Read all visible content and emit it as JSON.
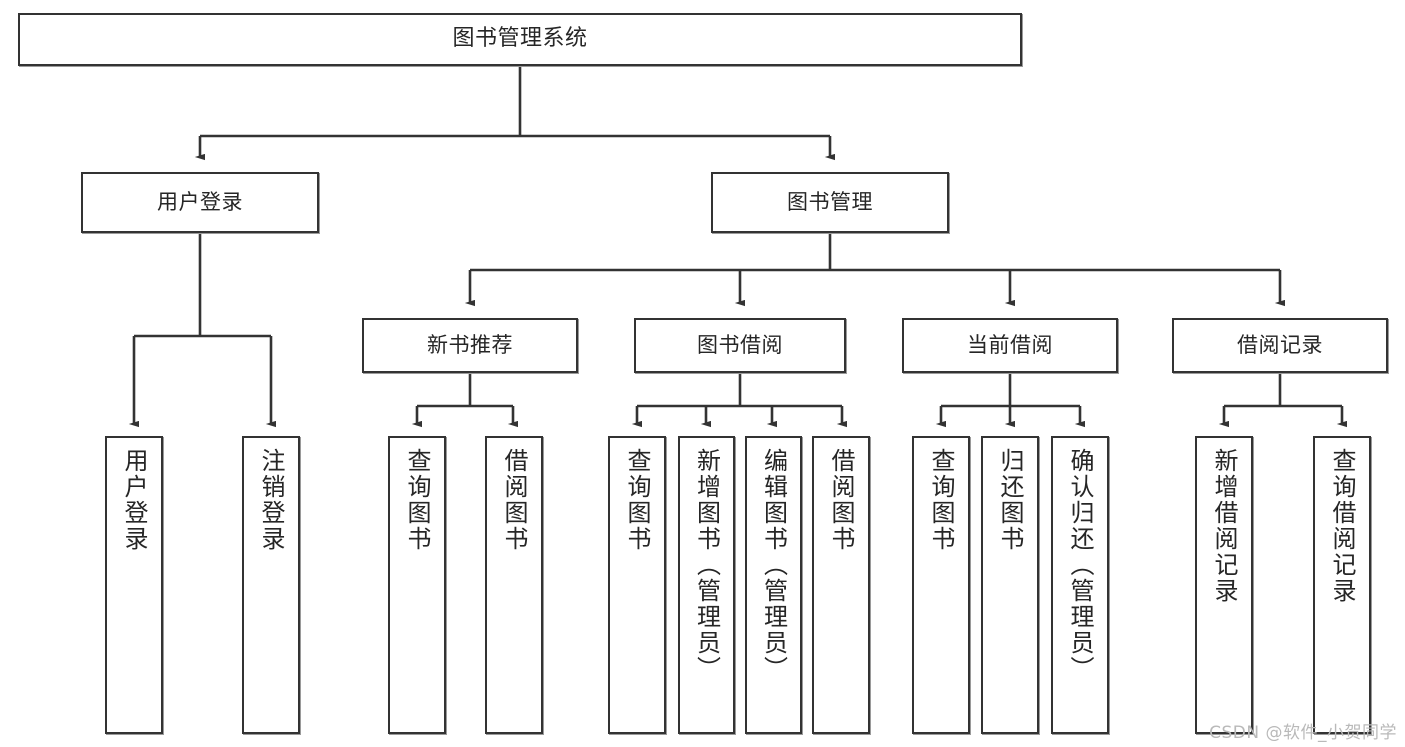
{
  "diagram": {
    "type": "tree",
    "title": "图书管理系统",
    "background": "#ffffff",
    "stroke": "#333333",
    "watermark": "CSDN @软件_小贺同学",
    "root": {
      "label": "图书管理系统"
    },
    "level1": [
      {
        "label": "用户登录"
      },
      {
        "label": "图书管理"
      }
    ],
    "level2": [
      {
        "label": "新书推荐"
      },
      {
        "label": "图书借阅"
      },
      {
        "label": "当前借阅"
      },
      {
        "label": "借阅记录"
      }
    ],
    "leaves": {
      "user_login": [
        {
          "label": "用户登录"
        },
        {
          "label": "注销登录"
        }
      ],
      "new_book": [
        {
          "label": "查询图书"
        },
        {
          "label": "借阅图书"
        }
      ],
      "borrow": [
        {
          "label": "查询图书"
        },
        {
          "label": "新增图书（管理员）"
        },
        {
          "label": "编辑图书（管理员）"
        },
        {
          "label": "借阅图书"
        }
      ],
      "current": [
        {
          "label": "查询图书"
        },
        {
          "label": "归还图书"
        },
        {
          "label": "确认归还（管理员）"
        }
      ],
      "records": [
        {
          "label": "新增借阅记录"
        },
        {
          "label": "查询借阅记录"
        }
      ]
    }
  }
}
